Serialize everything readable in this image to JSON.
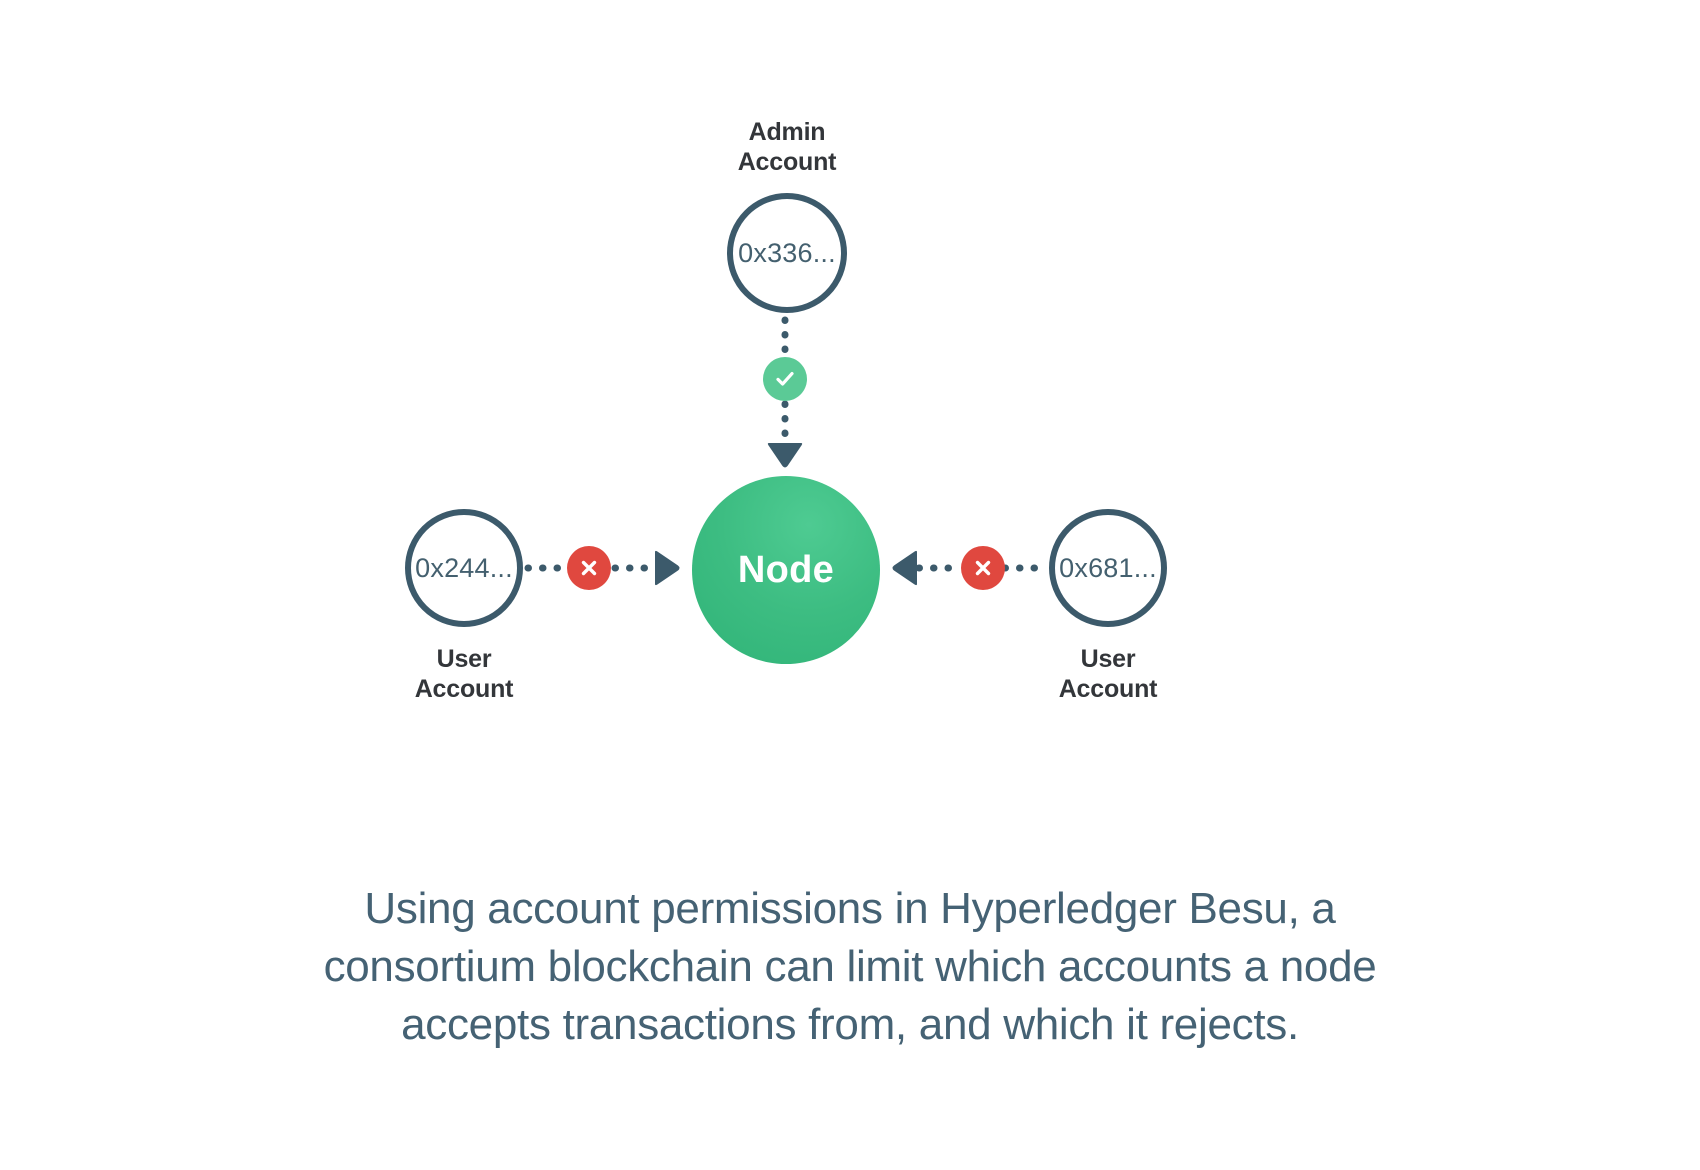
{
  "diagram": {
    "title_concept": "Hyperledger Besu account permissions",
    "colors": {
      "slate": "#3c5a6b",
      "slate_text": "#44606f",
      "node_green": "#3dbd82",
      "allow_green": "#5bca96",
      "deny_red": "#e0483f",
      "label_dark": "#33363a",
      "caption_blue": "#456274",
      "background": "#ffffff"
    },
    "admin": {
      "label": "Admin\nAccount",
      "address": "0x336...",
      "connector": {
        "status": "allowed",
        "badge_icon": "check-icon",
        "arrow_direction": "down"
      }
    },
    "node": {
      "label": "Node"
    },
    "left_user": {
      "label": "User\nAccount",
      "address": "0x244...",
      "connector": {
        "status": "rejected",
        "badge_icon": "x-icon",
        "arrow_direction": "right"
      }
    },
    "right_user": {
      "label": "User\nAccount",
      "address": "0x681...",
      "connector": {
        "status": "rejected",
        "badge_icon": "x-icon",
        "arrow_direction": "left"
      }
    }
  },
  "caption": {
    "line1": "Using account permissions in Hyperledger Besu, a",
    "line2": "consortium blockchain can limit which accounts a node",
    "line3": "accepts transactions from, and which it rejects."
  }
}
